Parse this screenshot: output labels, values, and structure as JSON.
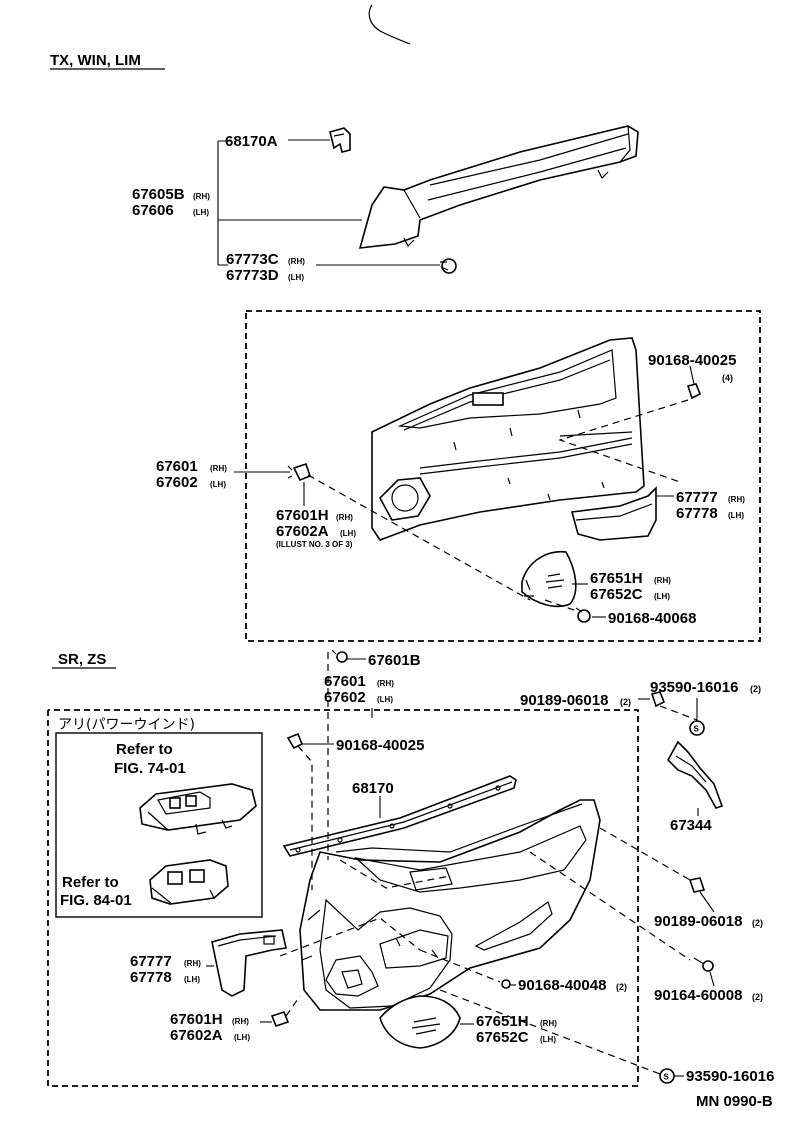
{
  "sections": {
    "top_header": "TX, WIN, LIM",
    "lower_header": "SR, ZS",
    "inset_title": "アリ(パワーウインド)",
    "doc_code": "MN 0990-B"
  },
  "callouts": {
    "c68170A": "68170A",
    "c67605B": "67605B",
    "c67605B_side": "(RH)",
    "c67606": "67606",
    "c67606_side": "(LH)",
    "c67773C": "67773C",
    "c67773C_side": "(RH)",
    "c67773D": "67773D",
    "c67773D_side": "(LH)",
    "c90168_40025_a": "90168-40025",
    "c90168_40025_a_qty": "(4)",
    "c67601_a": "67601",
    "c67601_a_side": "(RH)",
    "c67602_a": "67602",
    "c67602_a_side": "(LH)",
    "c67601H_a": "67601H",
    "c67601H_a_side": "(RH)",
    "c67602A_a": "67602A",
    "c67602A_a_side": "(LH)",
    "illust_note": "(ILLUST NO. 3 OF 3)",
    "c67777_a": "67777",
    "c67777_a_side": "(RH)",
    "c67778_a": "67778",
    "c67778_a_side": "(LH)",
    "c67651H_a": "67651H",
    "c67651H_a_side": "(RH)",
    "c67652C_a": "67652C",
    "c67652C_a_side": "(LH)",
    "c90168_40068": "90168-40068",
    "c67601B": "67601B",
    "c67601_b": "67601",
    "c67601_b_side": "(RH)",
    "c67602_b": "67602",
    "c67602_b_side": "(LH)",
    "c90189_06018_a": "90189-06018",
    "c90189_06018_a_qty": "(2)",
    "c93590_16016_a": "93590-16016",
    "c93590_16016_a_qty": "(2)",
    "c90168_40025_b": "90168-40025",
    "c68170": "68170",
    "c67344": "67344",
    "c90189_06018_b": "90189-06018",
    "c90189_06018_b_qty": "(2)",
    "c90164_60008": "90164-60008",
    "c90164_60008_qty": "(2)",
    "c90168_40048": "90168-40048",
    "c90168_40048_qty": "(2)",
    "c67777_b": "67777",
    "c67777_b_side": "(RH)",
    "c67778_b": "67778",
    "c67778_b_side": "(LH)",
    "c67601H_b": "67601H",
    "c67601H_b_side": "(RH)",
    "c67602A_b": "67602A",
    "c67602A_b_side": "(LH)",
    "c67651H_b": "67651H",
    "c67651H_b_side": "(RH)",
    "c67652C_b": "67652C",
    "c67652C_b_side": "(LH)",
    "c93590_16016_b": "93590-16016",
    "s_mark": "S"
  },
  "inset": {
    "refer1": "Refer to",
    "fig1": "FIG. 74-01",
    "refer2": "Refer to",
    "fig2": "FIG. 84-01"
  }
}
